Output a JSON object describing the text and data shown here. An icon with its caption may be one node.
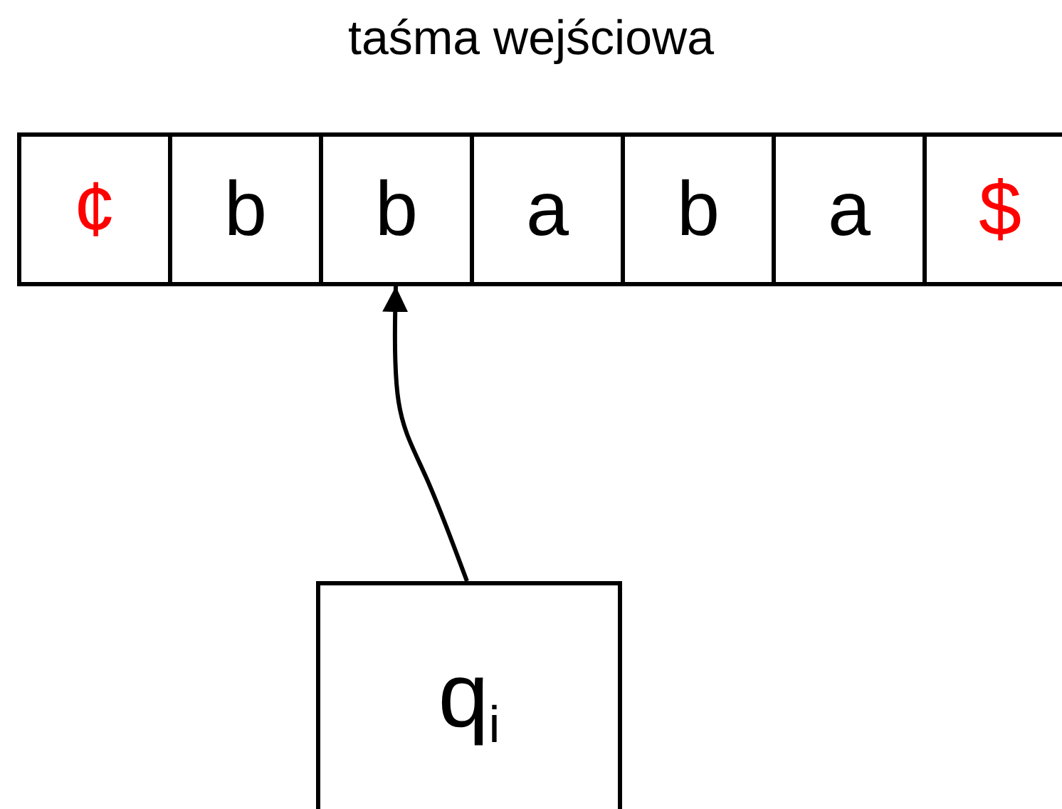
{
  "diagram": {
    "title": "taśma wejściowa",
    "nodes": [
      {
        "text": [
          "¢"
        ]
      },
      {
        "text": [
          "b"
        ]
      },
      {
        "text": [
          "b"
        ]
      },
      {
        "text": [
          "a"
        ]
      },
      {
        "text": [
          "b"
        ]
      },
      {
        "text": [
          "a"
        ]
      },
      {
        "text": [
          "$"
        ]
      },
      {
        "text": [
          "q$_{i}$"
        ]
      }
    ],
    "edges": [
      {
        "from": 7,
        "to": 2,
        "arrow": "to"
      }
    ]
  }
}
